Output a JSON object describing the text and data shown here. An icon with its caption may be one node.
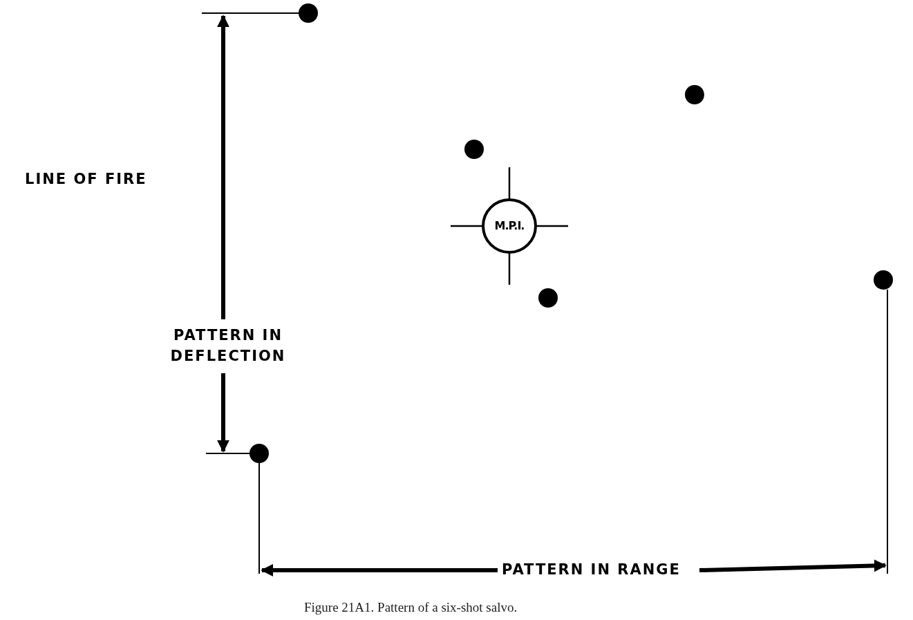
{
  "diagram": {
    "caption": "Figure 21A1. Pattern of a six-shot salvo.",
    "nodes": [
      {
        "text": [],
        "shape": "circle"
      },
      {
        "text": [],
        "shape": "circle"
      },
      {
        "text": [],
        "shape": "circle"
      },
      {
        "text": [
          "M.P.I."
        ]
      },
      {
        "text": [],
        "shape": "circle"
      },
      {
        "text": [],
        "shape": "circle"
      },
      {
        "text": [],
        "shape": "circle"
      }
    ],
    "edges": [],
    "labels": [
      "LINE OF FIRE",
      "PATTERN IN DEFLECTION",
      "PATTERN IN RANGE"
    ]
  }
}
